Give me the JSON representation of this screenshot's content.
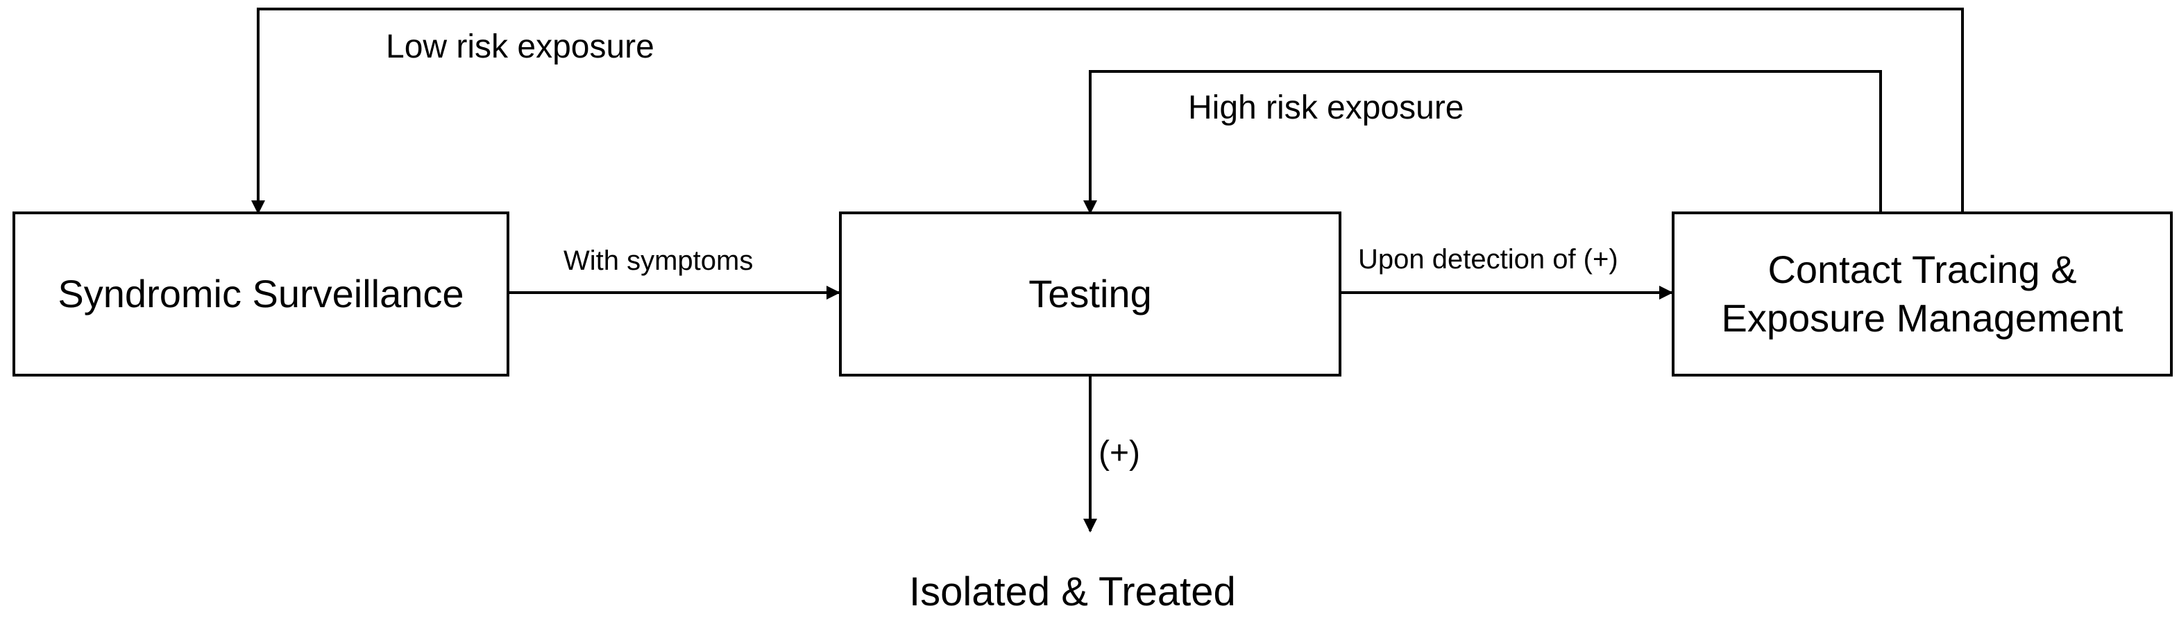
{
  "nodes": {
    "surveillance": "Syndromic Surveillance",
    "testing": "Testing",
    "contact_tracing": "Contact Tracing &\nExposure Management",
    "outcome": "Isolated & Treated"
  },
  "edges": {
    "low_risk": "Low risk exposure",
    "high_risk": "High risk exposure",
    "with_symptoms": "With symptoms",
    "upon_detection": "Upon detection of (+)",
    "positive": "(+)"
  }
}
